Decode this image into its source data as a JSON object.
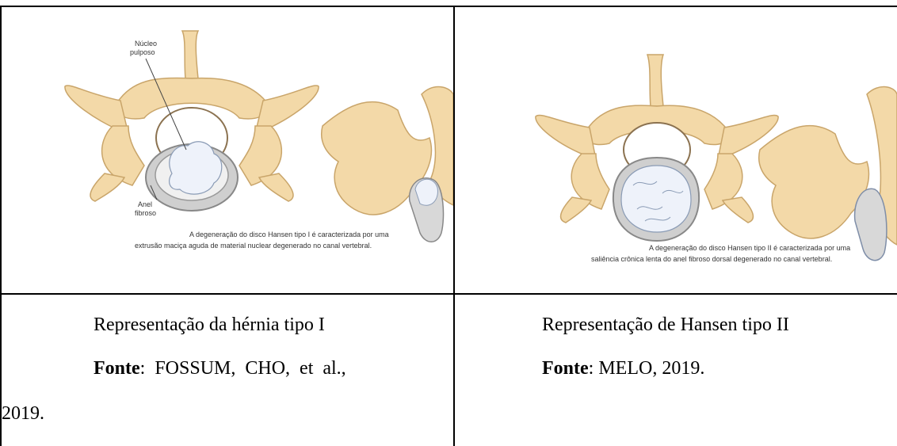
{
  "left_cell": {
    "figure_labels": {
      "nucleus_line1": "Núcleo",
      "nucleus_line2": "pulposo",
      "annulus_line1": "Anel",
      "annulus_line2": "fibroso"
    },
    "figure_caption_line1": "A degeneração do disco Hansen tipo I é caracterizada por uma",
    "figure_caption_line2": "extrusão maciça aguda de material nuclear degenerado no canal vertebral.",
    "title": "Representação da hérnia tipo I",
    "source_label": "Fonte",
    "source_text": ":  FOSSUM,  CHO,  et  al.,",
    "source_year": "2019."
  },
  "right_cell": {
    "figure_caption_line1": "A degeneração do disco Hansen tipo II é caracterizada por uma",
    "figure_caption_line2": "saliência crônica lenta do anel fibroso dorsal degenerado no canal vertebral.",
    "title": "Representação de Hansen tipo II",
    "source_label": "Fonte",
    "source_text": ": MELO, 2019."
  },
  "colors": {
    "bone": "#f3d9a8",
    "bone_outline": "#c9a56a",
    "disc_ring": "#b8b8b8",
    "nucleus": "#eef2fa"
  }
}
